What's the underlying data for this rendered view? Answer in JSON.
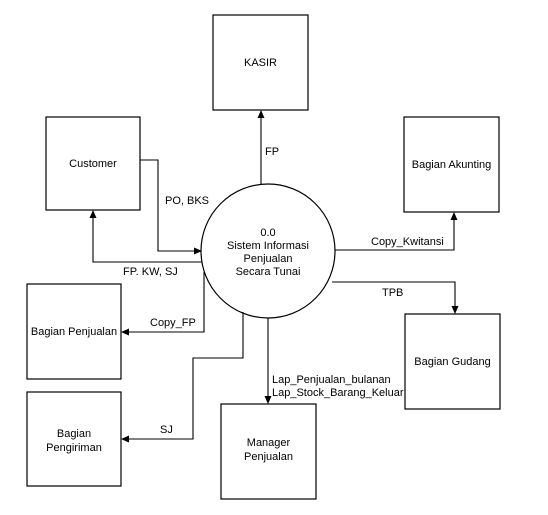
{
  "process": {
    "lines": [
      "0.0",
      "Sistem Informasi",
      "Penjualan",
      "Secara Tunai"
    ]
  },
  "entities": {
    "kasir": [
      "KASIR"
    ],
    "customer": [
      "Customer"
    ],
    "akunting": [
      "Bagian Akunting"
    ],
    "penjualan": [
      "Bagian Penjualan"
    ],
    "gudang": [
      "Bagian Gudang"
    ],
    "pengiriman": [
      "Bagian",
      "Pengiriman"
    ],
    "manager": [
      "Manager",
      "Penjualan"
    ]
  },
  "flows": {
    "fp": "FP",
    "po_bks": "PO, BKS",
    "fp_kw_sj": "FP. KW, SJ",
    "copy_kwitansi": "Copy_Kwitansi",
    "tpb": "TPB",
    "copy_fp": "Copy_FP",
    "sj": "SJ",
    "lap_penjualan": "Lap_Penjualan_bulanan",
    "lap_stock": "Lap_Stock_Barang_Keluar"
  }
}
